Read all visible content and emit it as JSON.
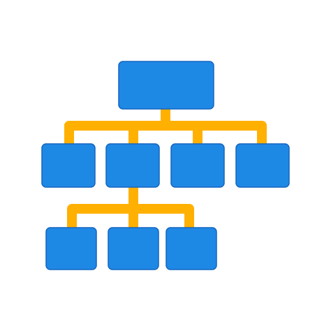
{
  "icon": {
    "semantic": "sitemap-hierarchy-icon",
    "colors": {
      "box_fill": "#1e88e5",
      "box_stroke": "#1565c0",
      "connector": "#ffb000",
      "background": "#ffffff"
    },
    "levels": [
      {
        "level": 0,
        "node_count": 1
      },
      {
        "level": 1,
        "node_count": 4
      },
      {
        "level": 2,
        "node_count": 3
      }
    ]
  }
}
